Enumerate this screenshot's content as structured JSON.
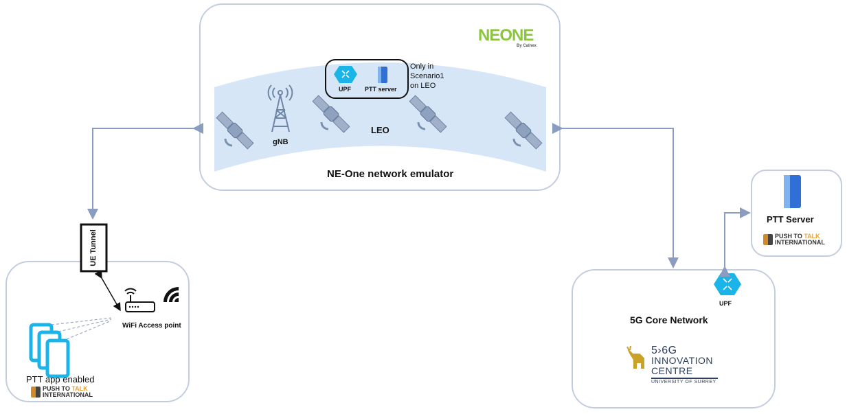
{
  "emulator": {
    "title": "NE-One network emulator",
    "logo_main": "NEONE",
    "logo_sub": "By Calnex",
    "leo_label": "LEO",
    "gnb_label": "gNB",
    "upf_label": "UPF",
    "ptt_server_label": "PTT server",
    "scenario_note": [
      "Only in",
      "Scenario1",
      "on LEO"
    ]
  },
  "ue_tunnel": "UE Tunnel",
  "client": {
    "wifi_label": "WiFi Access point",
    "app_label": "PTT app enabled"
  },
  "ptt_logo": {
    "line1_a": "PUSH TO ",
    "line1_b": "TALK",
    "line2": "INTERNATIONAL"
  },
  "ptt_server": {
    "title": "PTT Server"
  },
  "core": {
    "title": "5G Core Network",
    "upf_label": "UPF",
    "logo": {
      "line1": "5›6G",
      "line2": "INNOVATION",
      "line3": "CENTRE",
      "line4": "UNIVERSITY OF SURREY"
    }
  },
  "colors": {
    "accent": "#1ab4e8",
    "border": "#c3cde0",
    "band": "#d7e6f7",
    "arrow": "#8a9cc0"
  }
}
